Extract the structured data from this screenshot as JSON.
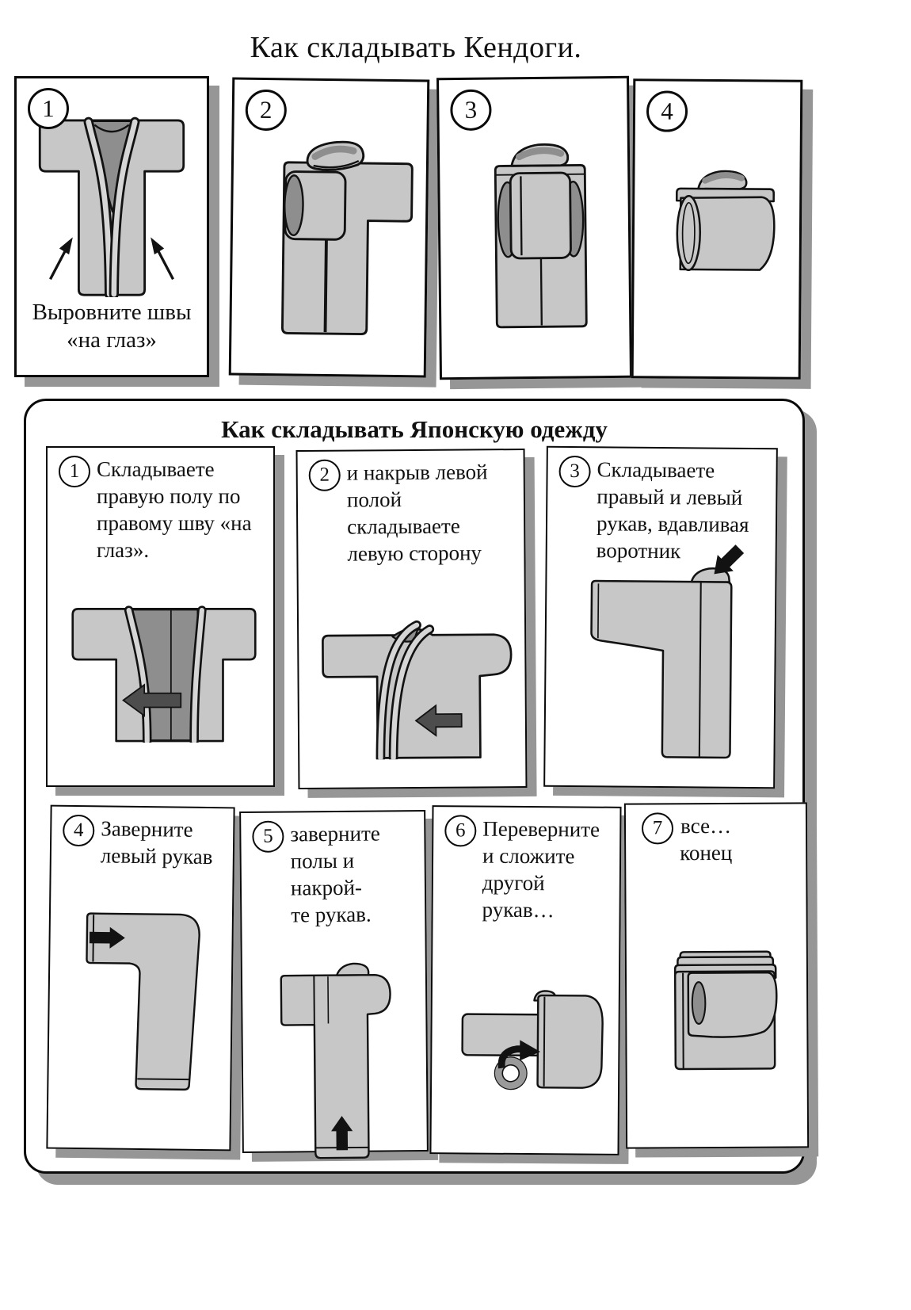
{
  "title": "Как складывать Кендоги.",
  "section_japanese": {
    "title": "Как складывать Японскую одежду"
  },
  "kendogi_steps": [
    {
      "num": "1",
      "caption": "Выровните швы\n«на глаз»",
      "illustration": "kimono-front-aligned"
    },
    {
      "num": "2",
      "illustration": "kimono-left-sleeve-folded"
    },
    {
      "num": "3",
      "illustration": "kimono-both-sleeves-folded"
    },
    {
      "num": "4",
      "illustration": "kimono-folded-bundle"
    }
  ],
  "japanese_steps": [
    {
      "num": "1",
      "text": "Складываете\nправую полу по\nправому шву «на\nглаз».",
      "illustration": "fold-right-panel-left-arrow"
    },
    {
      "num": "2",
      "text": "и накрыв левой\nполой складываете\nлевую сторону",
      "illustration": "cover-with-left-panel-left-arrow"
    },
    {
      "num": "3",
      "text": "Складываете\nправый и левый\nрукав, вдавливая\nворотник",
      "illustration": "fold-sleeves-press-collar-black-arrow"
    },
    {
      "num": "4",
      "text": "Заверните\nлевый рукав",
      "illustration": "wrap-left-sleeve-right-arrow"
    },
    {
      "num": "5",
      "text": "заверните\nполы и накрой-\nте рукав.",
      "illustration": "wrap-hem-cover-sleeve-up-arrow"
    },
    {
      "num": "6",
      "text": "Переверните\nи сложите\nдругой рукав…",
      "illustration": "flip-over-fold-other-sleeve-curl-arrow"
    },
    {
      "num": "7",
      "text": "все…\nконец",
      "illustration": "finished-folded-bundle"
    }
  ],
  "colors": {
    "garment": "#c7c7c7",
    "lining": "#8e8e8e",
    "shadow": "#969696",
    "arrow_gray": "#4d4d4d",
    "ink": "#121212"
  }
}
